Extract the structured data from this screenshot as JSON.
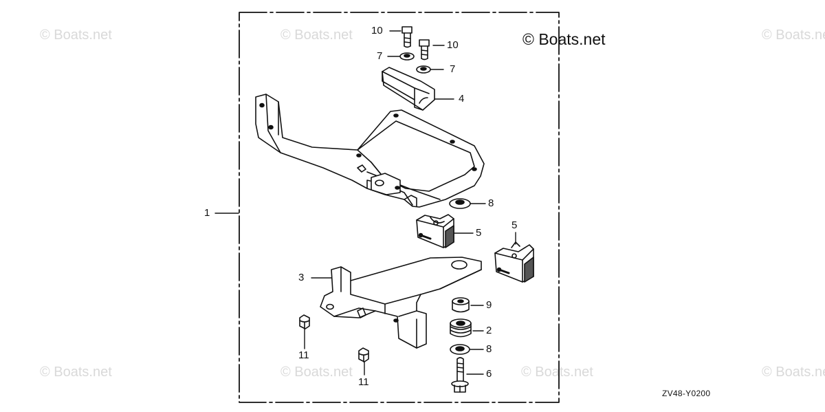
{
  "watermarks": {
    "main": "© Boats.net",
    "faint": "© Boats.net"
  },
  "diagram_code": "ZV48-Y0200",
  "callouts": {
    "c1": "1",
    "c2": "2",
    "c3": "3",
    "c4": "4",
    "c5a": "5",
    "c5b": "5",
    "c6": "6",
    "c7a": "7",
    "c7b": "7",
    "c8a": "8",
    "c8b": "8",
    "c9": "9",
    "c10a": "10",
    "c10b": "10",
    "c11a": "11",
    "c11b": "11"
  },
  "colors": {
    "ink": "#111111",
    "watermark": "#d9d9d9",
    "mount_fill": "#555555"
  }
}
